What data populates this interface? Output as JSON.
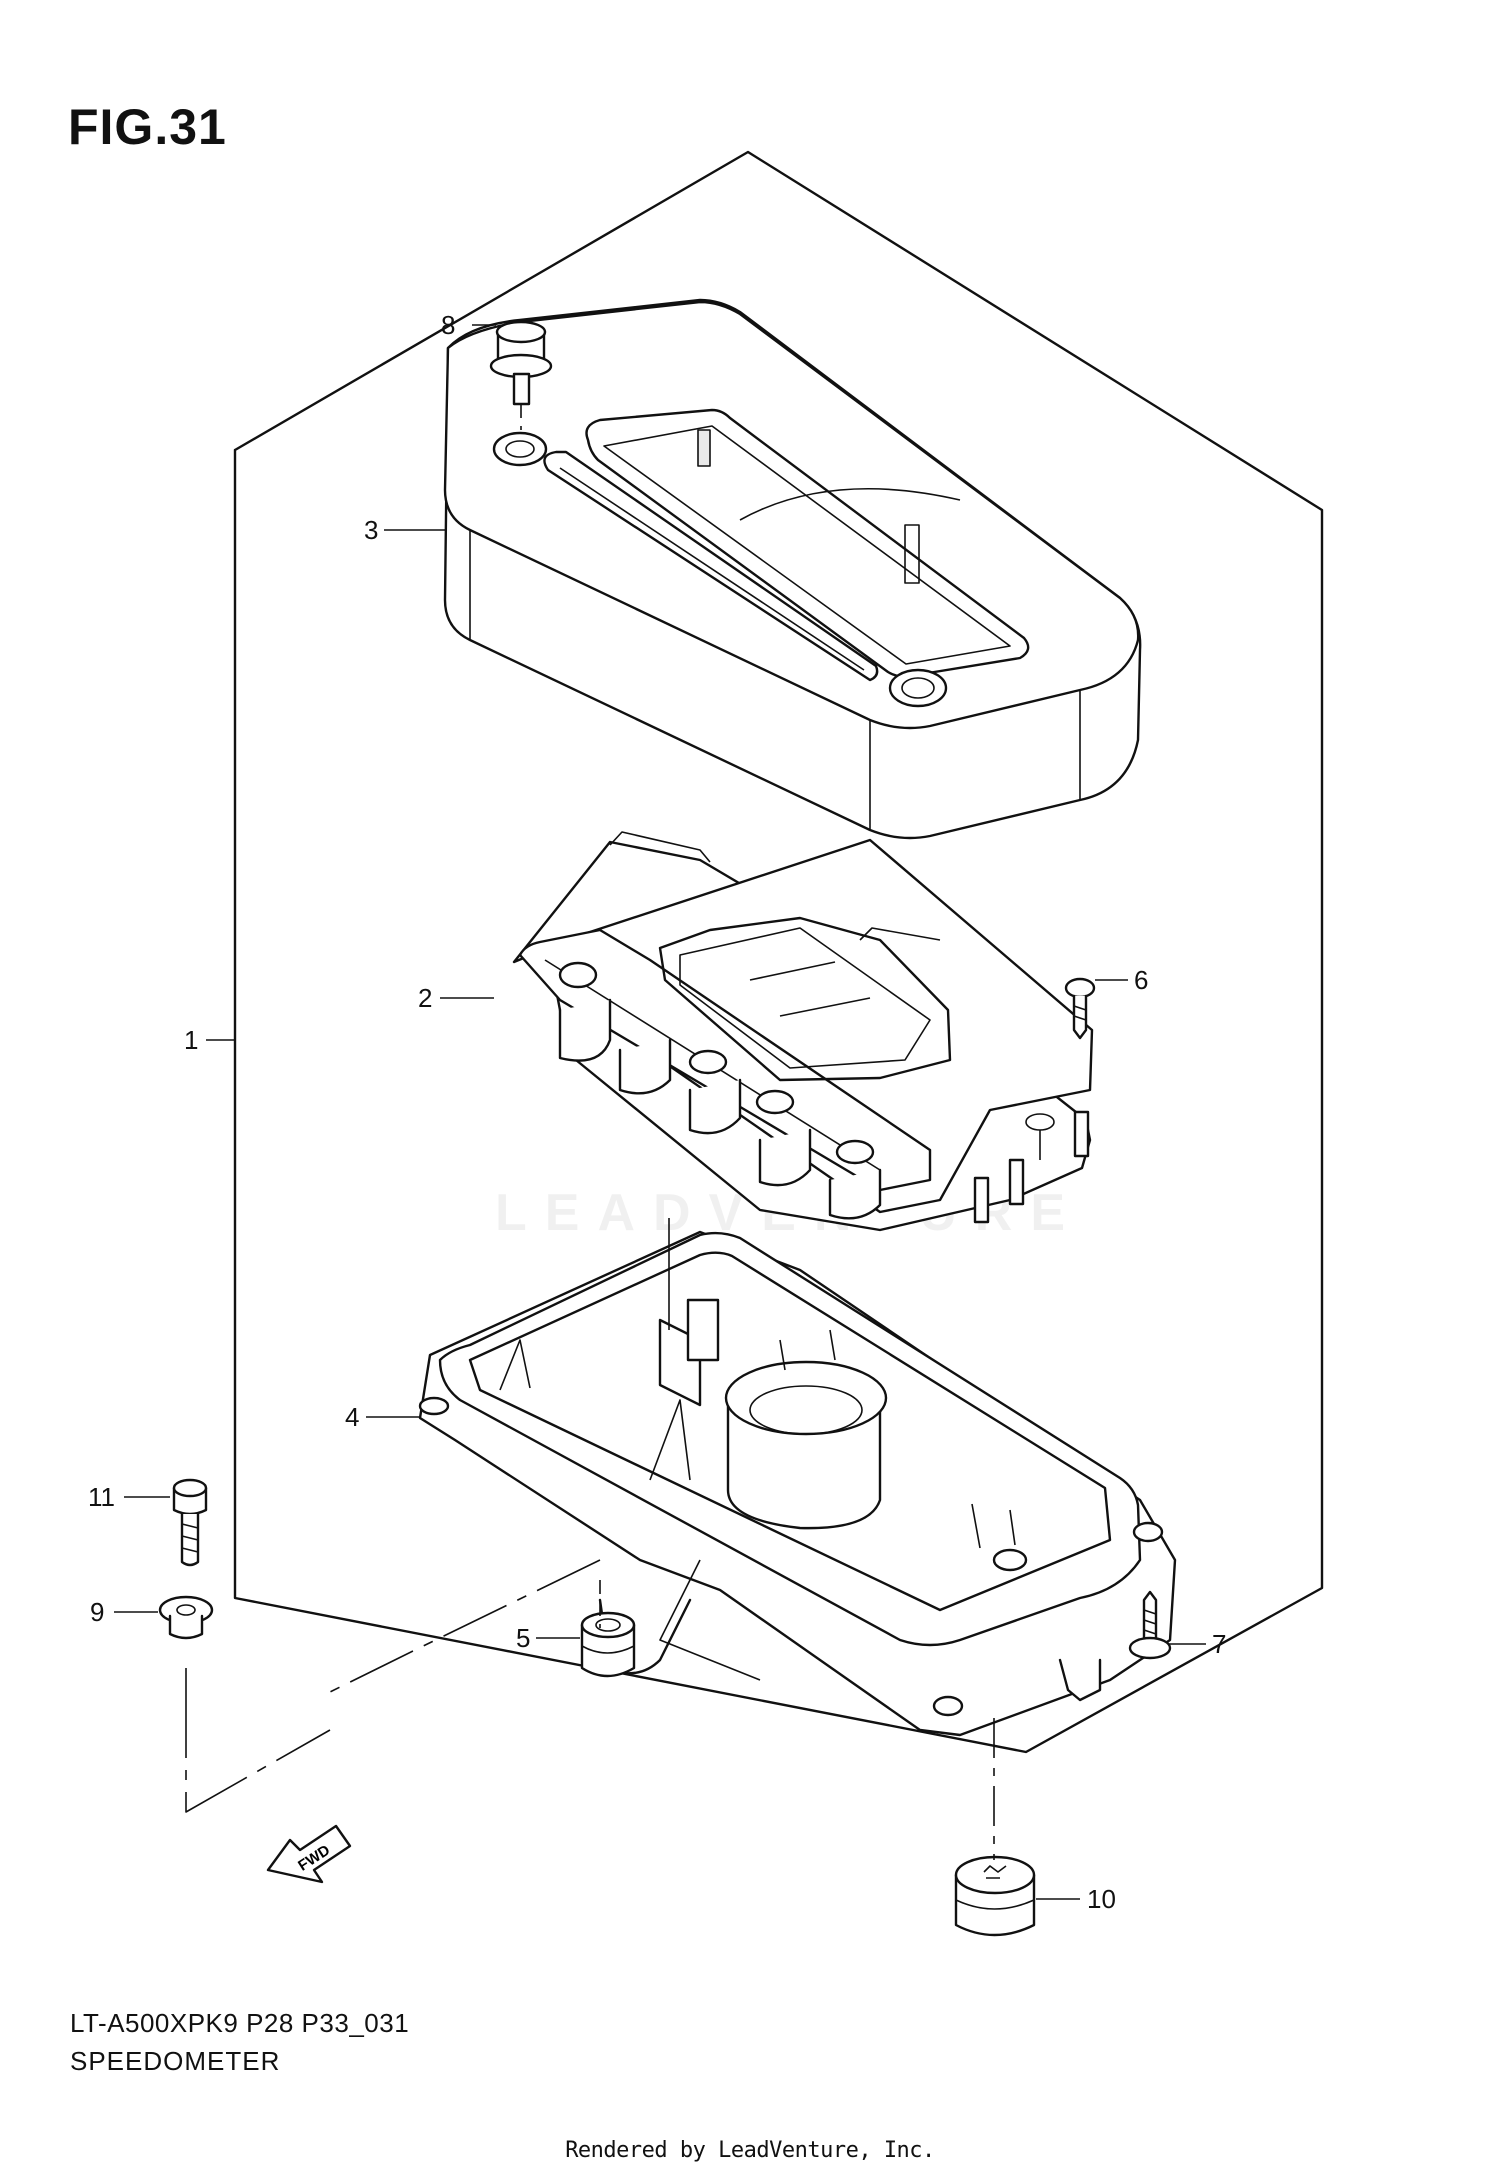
{
  "figure": {
    "label": "FIG.31"
  },
  "callouts": [
    {
      "num": "1"
    },
    {
      "num": "2"
    },
    {
      "num": "3"
    },
    {
      "num": "4"
    },
    {
      "num": "5"
    },
    {
      "num": "6"
    },
    {
      "num": "7"
    },
    {
      "num": "8"
    },
    {
      "num": "9"
    },
    {
      "num": "10"
    },
    {
      "num": "11"
    }
  ],
  "fwd_marker": {
    "label": "FWD",
    "icon": "fwd-arrow-icon"
  },
  "watermark": {
    "text": "LEADVENTURE"
  },
  "footer": {
    "model_code": "LT-A500XPK9 P28 P33_031",
    "caption": "SPEEDOMETER",
    "credit": "Rendered by LeadVenture, Inc."
  }
}
